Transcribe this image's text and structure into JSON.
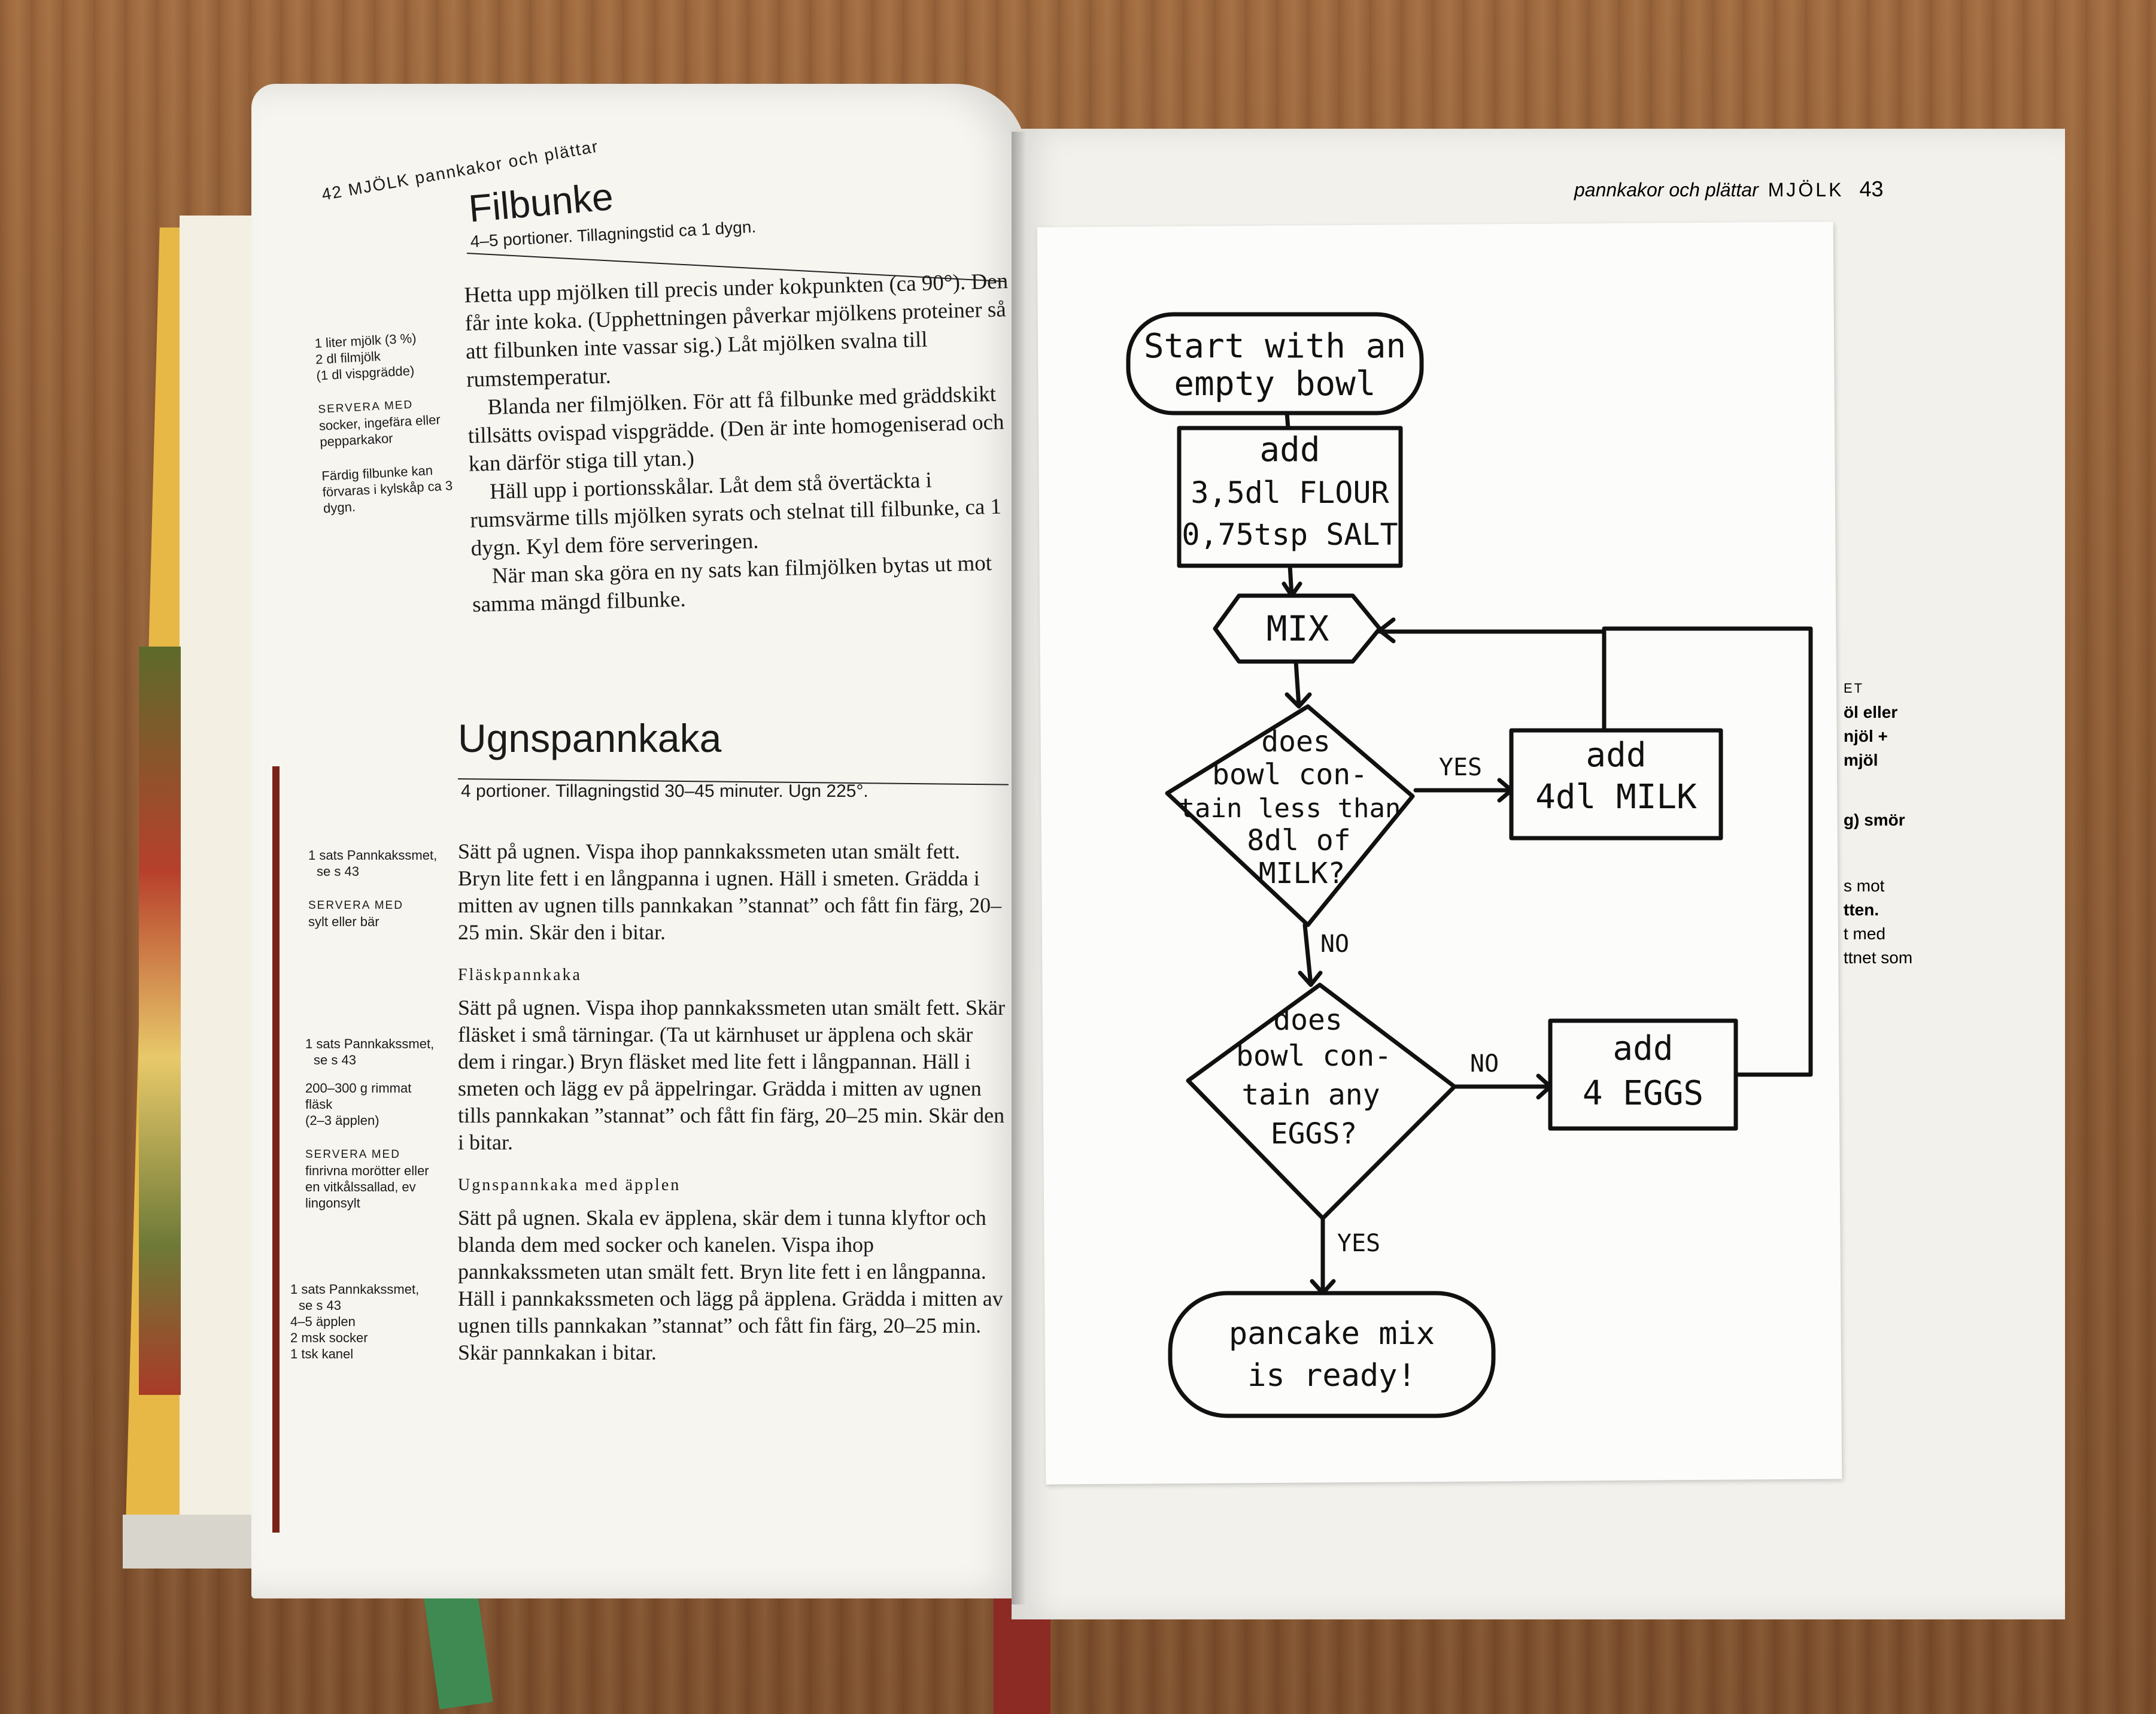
{
  "left_page": {
    "runner": "42 MJÖLK pannkakor och plättar",
    "filbunke": {
      "title": "Filbunke",
      "meta": "4–5 portioner. Tillagningstid ca 1 dygn.",
      "body": [
        "Hetta upp mjölken till precis under kokpunkten (ca 90°). Den får inte koka. (Upphettningen påverkar mjölkens proteiner så att filbunken inte vassar sig.) Låt mjölken svalna till rumstemperatur.",
        "Blanda ner filmjölken. För att få filbunke med gräddskikt tillsätts ovispad vispgrädde. (Den är inte homogeniserad och kan därför stiga till ytan.)",
        "Häll upp i portionsskålar. Låt dem stå övertäckta i rumsvärme tills mjölken syrats och stelnat till filbunke, ca 1 dygn. Kyl dem före serveringen.",
        "När man ska göra en ny sats kan filmjölken bytas ut mot samma mängd filbunke."
      ],
      "side_ingredients": [
        "1 liter mjölk (3 %)",
        "2 dl filmjölk",
        "(1 dl vispgrädde)"
      ],
      "side_serve_label": "SERVERA MED",
      "side_serve": "socker, ingefära eller pepparkakor",
      "side_note": "Färdig filbunke kan förvaras i kylskåp ca 3 dygn."
    },
    "ugnspannkaka": {
      "title": "Ugnspannkaka",
      "meta": "4 portioner. Tillagningstid 30–45 minuter. Ugn 225°.",
      "body": "Sätt på ugnen. Vispa ihop pannkakssmeten utan smält fett. Bryn lite fett i en långpanna i ugnen. Häll i smeten. Grädda i mitten av ugnen tills pannkakan ”stannat” och fått fin färg, 20–25 min. Skär den i bitar.",
      "flask_heading": "Fläskpannkaka",
      "flask_body": "Sätt på ugnen. Vispa ihop pannkakssmeten utan smält fett. Skär fläsket i små tärningar. (Ta ut kärnhuset ur äpplena och skär dem i ringar.) Bryn fläsket med lite fett i långpannan. Häll i smeten och lägg ev på äppelringar. Grädda i mitten av ugnen tills pannkakan ”stannat” och fått fin färg, 20–25 min. Skär den i bitar.",
      "apple_heading": "Ugnspannkaka med äpplen",
      "apple_body": "Sätt på ugnen. Skala ev äpplena, skär dem i tunna klyftor och blanda dem med socker och kanelen. Vispa ihop pannkakssmeten utan smält fett. Bryn lite fett i en långpanna. Häll i pannkakssmeten och lägg på äpplena. Grädda i mitten av ugnen tills pannkakan ”stannat” och fått fin färg, 20–25 min. Skär pannkakan i bitar.",
      "side1": [
        "1 sats Pannkakssmet,",
        "se s 43"
      ],
      "side1_serve_label": "SERVERA MED",
      "side1_serve": "sylt eller bär",
      "side2": [
        "1 sats Pannkakssmet,",
        "se s 43",
        "200–300 g rimmat fläsk",
        "(2–3 äpplen)"
      ],
      "side2_serve_label": "SERVERA MED",
      "side2_serve": "finrivna morötter eller en vitkålssallad, ev lingonsylt",
      "side3": [
        "1 sats Pannkakssmet,",
        "se s 43",
        "4–5 äpplen",
        "2 msk socker",
        "1 tsk kanel"
      ]
    }
  },
  "right_page": {
    "runner_italic": "pannkakor och plättar",
    "runner_caps": "MJÖLK",
    "page_number": "43",
    "peek_text": [
      "ET",
      "öl eller",
      "njöl +",
      "mjöl",
      "g) smör",
      "s mot",
      "tten.",
      "t med",
      "ttnet som"
    ]
  },
  "flowchart": {
    "start": [
      "Start with an",
      "empty bowl"
    ],
    "step1": [
      "add",
      "3,5dl FLOUR",
      "0,75tsp SALT"
    ],
    "mix": "MIX",
    "q1": [
      "does",
      "bowl con-",
      "tain less than",
      "8dl of",
      "MILK?"
    ],
    "q1_yes": "YES",
    "q1_no": "NO",
    "add_milk": [
      "add",
      "4dl MILK"
    ],
    "q2": [
      "does",
      "bowl con-",
      "tain any",
      "EGGS?"
    ],
    "q2_no": "NO",
    "q2_yes": "YES",
    "add_eggs": [
      "add",
      "4 EGGS"
    ],
    "end": [
      "pancake mix",
      "is ready!"
    ]
  }
}
